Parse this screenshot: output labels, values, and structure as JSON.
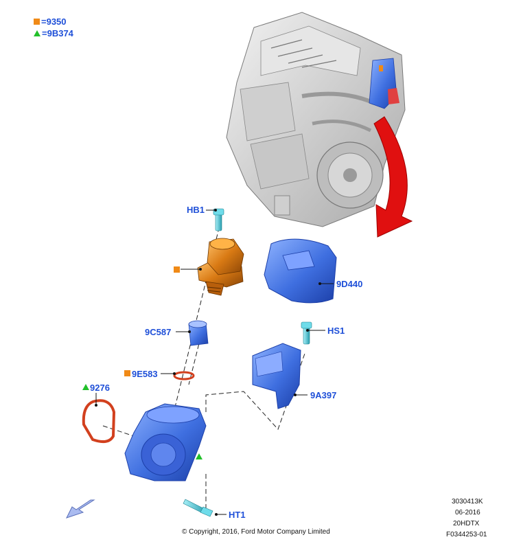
{
  "legend": [
    {
      "symbol": "orange-square",
      "text": "=9350",
      "color": "#f08a17"
    },
    {
      "symbol": "green-triangle",
      "text": "=9B374",
      "color": "#22c02a"
    }
  ],
  "labels": {
    "hb1": "HB1",
    "d9440": "9D440",
    "c9587": "9C587",
    "hs1": "HS1",
    "e9583": "9E583",
    "n9276": "9276",
    "a9397": "9A397",
    "ht1": "HT1"
  },
  "footer": {
    "copyright": "© Copyright, 2016, Ford Motor Company Limited",
    "code1": "3030413K",
    "date": "06-2016",
    "variant": "20HDTX",
    "ref": "F0344253-01"
  },
  "colors": {
    "label_blue": "#1e4fd8",
    "part_blue": "#3f6fe0",
    "pump_orange": "#d97a14",
    "gasket_red": "#d2401e",
    "arrow_red": "#e01010",
    "engine_gray": "#d9d9d9",
    "bolt_cyan": "#4fc8d6"
  }
}
